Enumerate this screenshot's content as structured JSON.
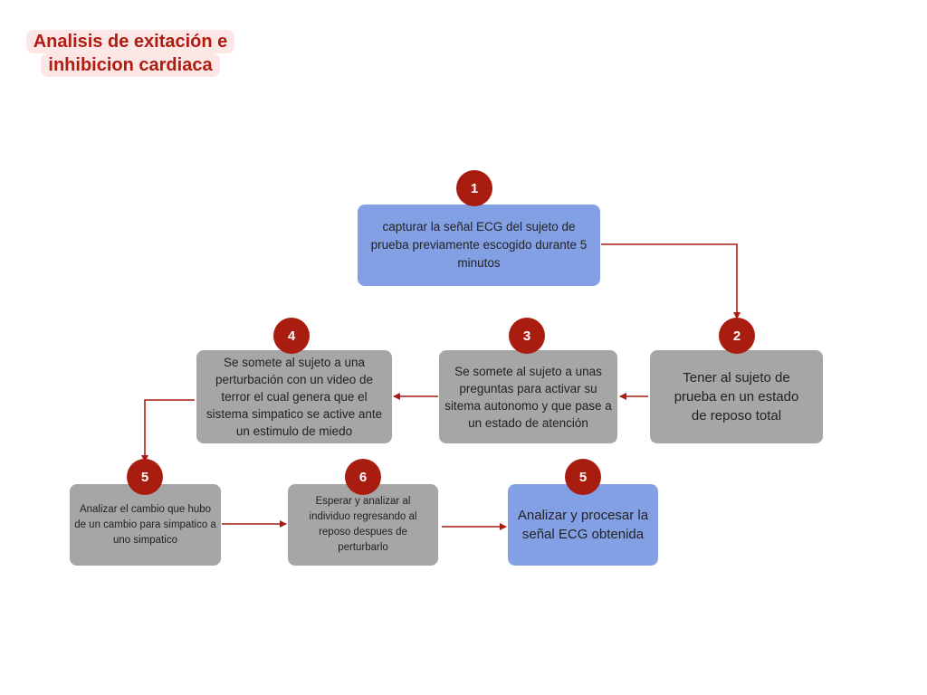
{
  "title": {
    "line1": "Analisis de exitación e",
    "line2": "inhibicion cardiaca"
  },
  "colors": {
    "accent": "#a81d10",
    "gray_box": "#a6a6a6",
    "blue_box": "#84a0e5",
    "title_bg": "#fde7e6"
  },
  "steps": {
    "s1": {
      "badge": "1",
      "text": "capturar la señal ECG del sujeto de prueba previamente escogido durante 5 minutos"
    },
    "s2": {
      "badge": "2",
      "text": "Tener al sujeto de prueba  en un estado de reposo total"
    },
    "s3": {
      "badge": "3",
      "text": "Se somete al sujeto a unas preguntas para activar su sitema autonomo y que pase a un estado de atención"
    },
    "s4": {
      "badge": "4",
      "text": "Se somete al sujeto a una perturbación con un video de terror el cual genera que el sistema simpatico se active ante un estimulo de miedo"
    },
    "s5a": {
      "badge": "5",
      "text": "Analizar el cambio que hubo de un cambio para simpatico a uno simpatico"
    },
    "s6": {
      "badge": "6",
      "text": "Esperar y analizar al individuo regresando al reposo despues de perturbarlo"
    },
    "s5b": {
      "badge": "5",
      "text": "Analizar y procesar la señal ECG obtenida"
    }
  }
}
